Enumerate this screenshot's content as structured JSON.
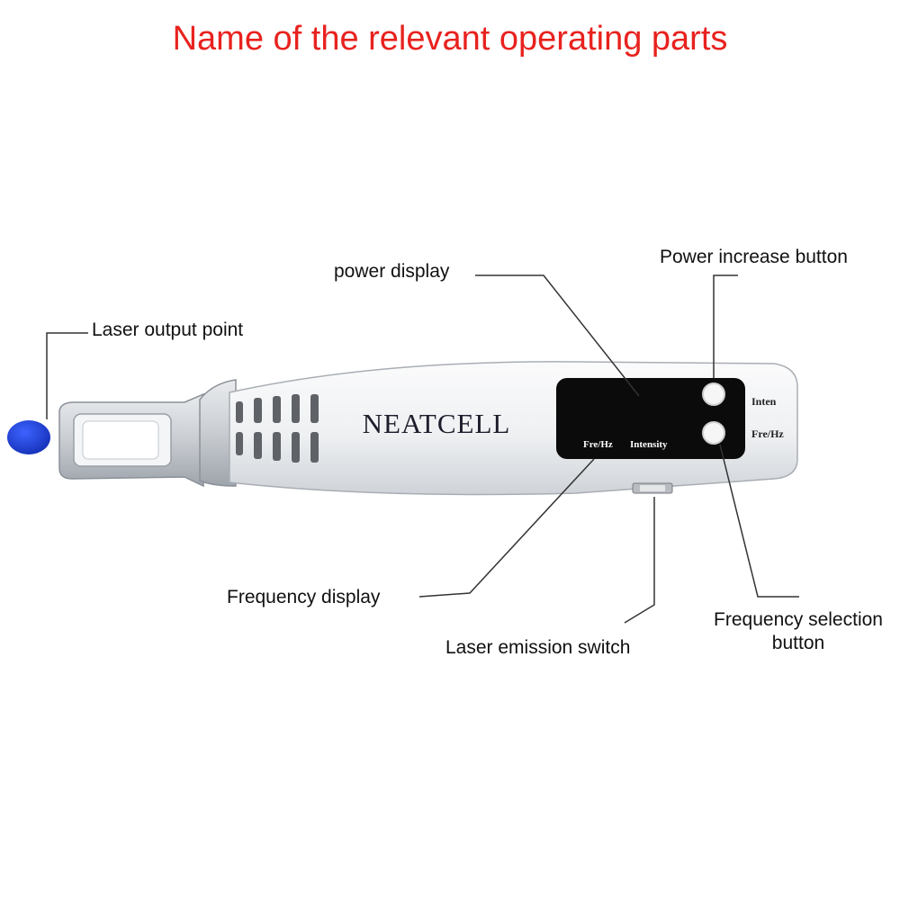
{
  "title": "Name of the relevant operating parts",
  "device": {
    "brand": "NEATCELL",
    "screen_labels": {
      "frequency": "Fre/Hz",
      "intensity": "Intensity"
    },
    "button_labels": {
      "upper": "Inten",
      "lower": "Fre/Hz"
    },
    "colors": {
      "body": "#f1f2f4",
      "display": "#0b0b0b",
      "tip": "#1a3fd6",
      "outline": "#9aa0a6"
    }
  },
  "callouts": {
    "laser_output_point": "Laser output point",
    "power_display": "power display",
    "power_increase_button": "Power increase button",
    "frequency_display": "Frequency display",
    "laser_emission_switch": "Laser emission switch",
    "frequency_selection_button_line1": "Frequency selection",
    "frequency_selection_button_line2": "button"
  }
}
